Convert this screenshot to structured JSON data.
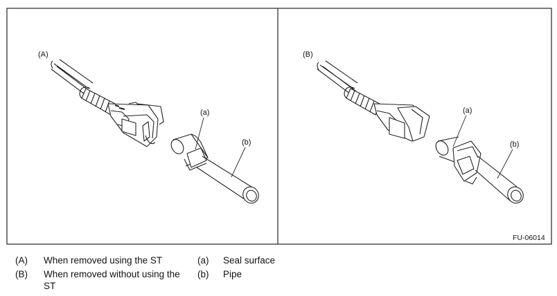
{
  "panel_a": {
    "label": "(A)"
  },
  "panel_b": {
    "label": "(B)"
  },
  "callouts": {
    "a": "(a)",
    "b": "(b)"
  },
  "figure_code": "FU-06014",
  "legend": {
    "A": {
      "tag": "(A)",
      "text": "When removed using the ST"
    },
    "B": {
      "tag": "(B)",
      "text_line1": "When removed without using the",
      "text_line2": "ST"
    },
    "a": {
      "tag": "(a)",
      "text": "Seal surface"
    },
    "b": {
      "tag": "(b)",
      "text": "Pipe"
    }
  }
}
